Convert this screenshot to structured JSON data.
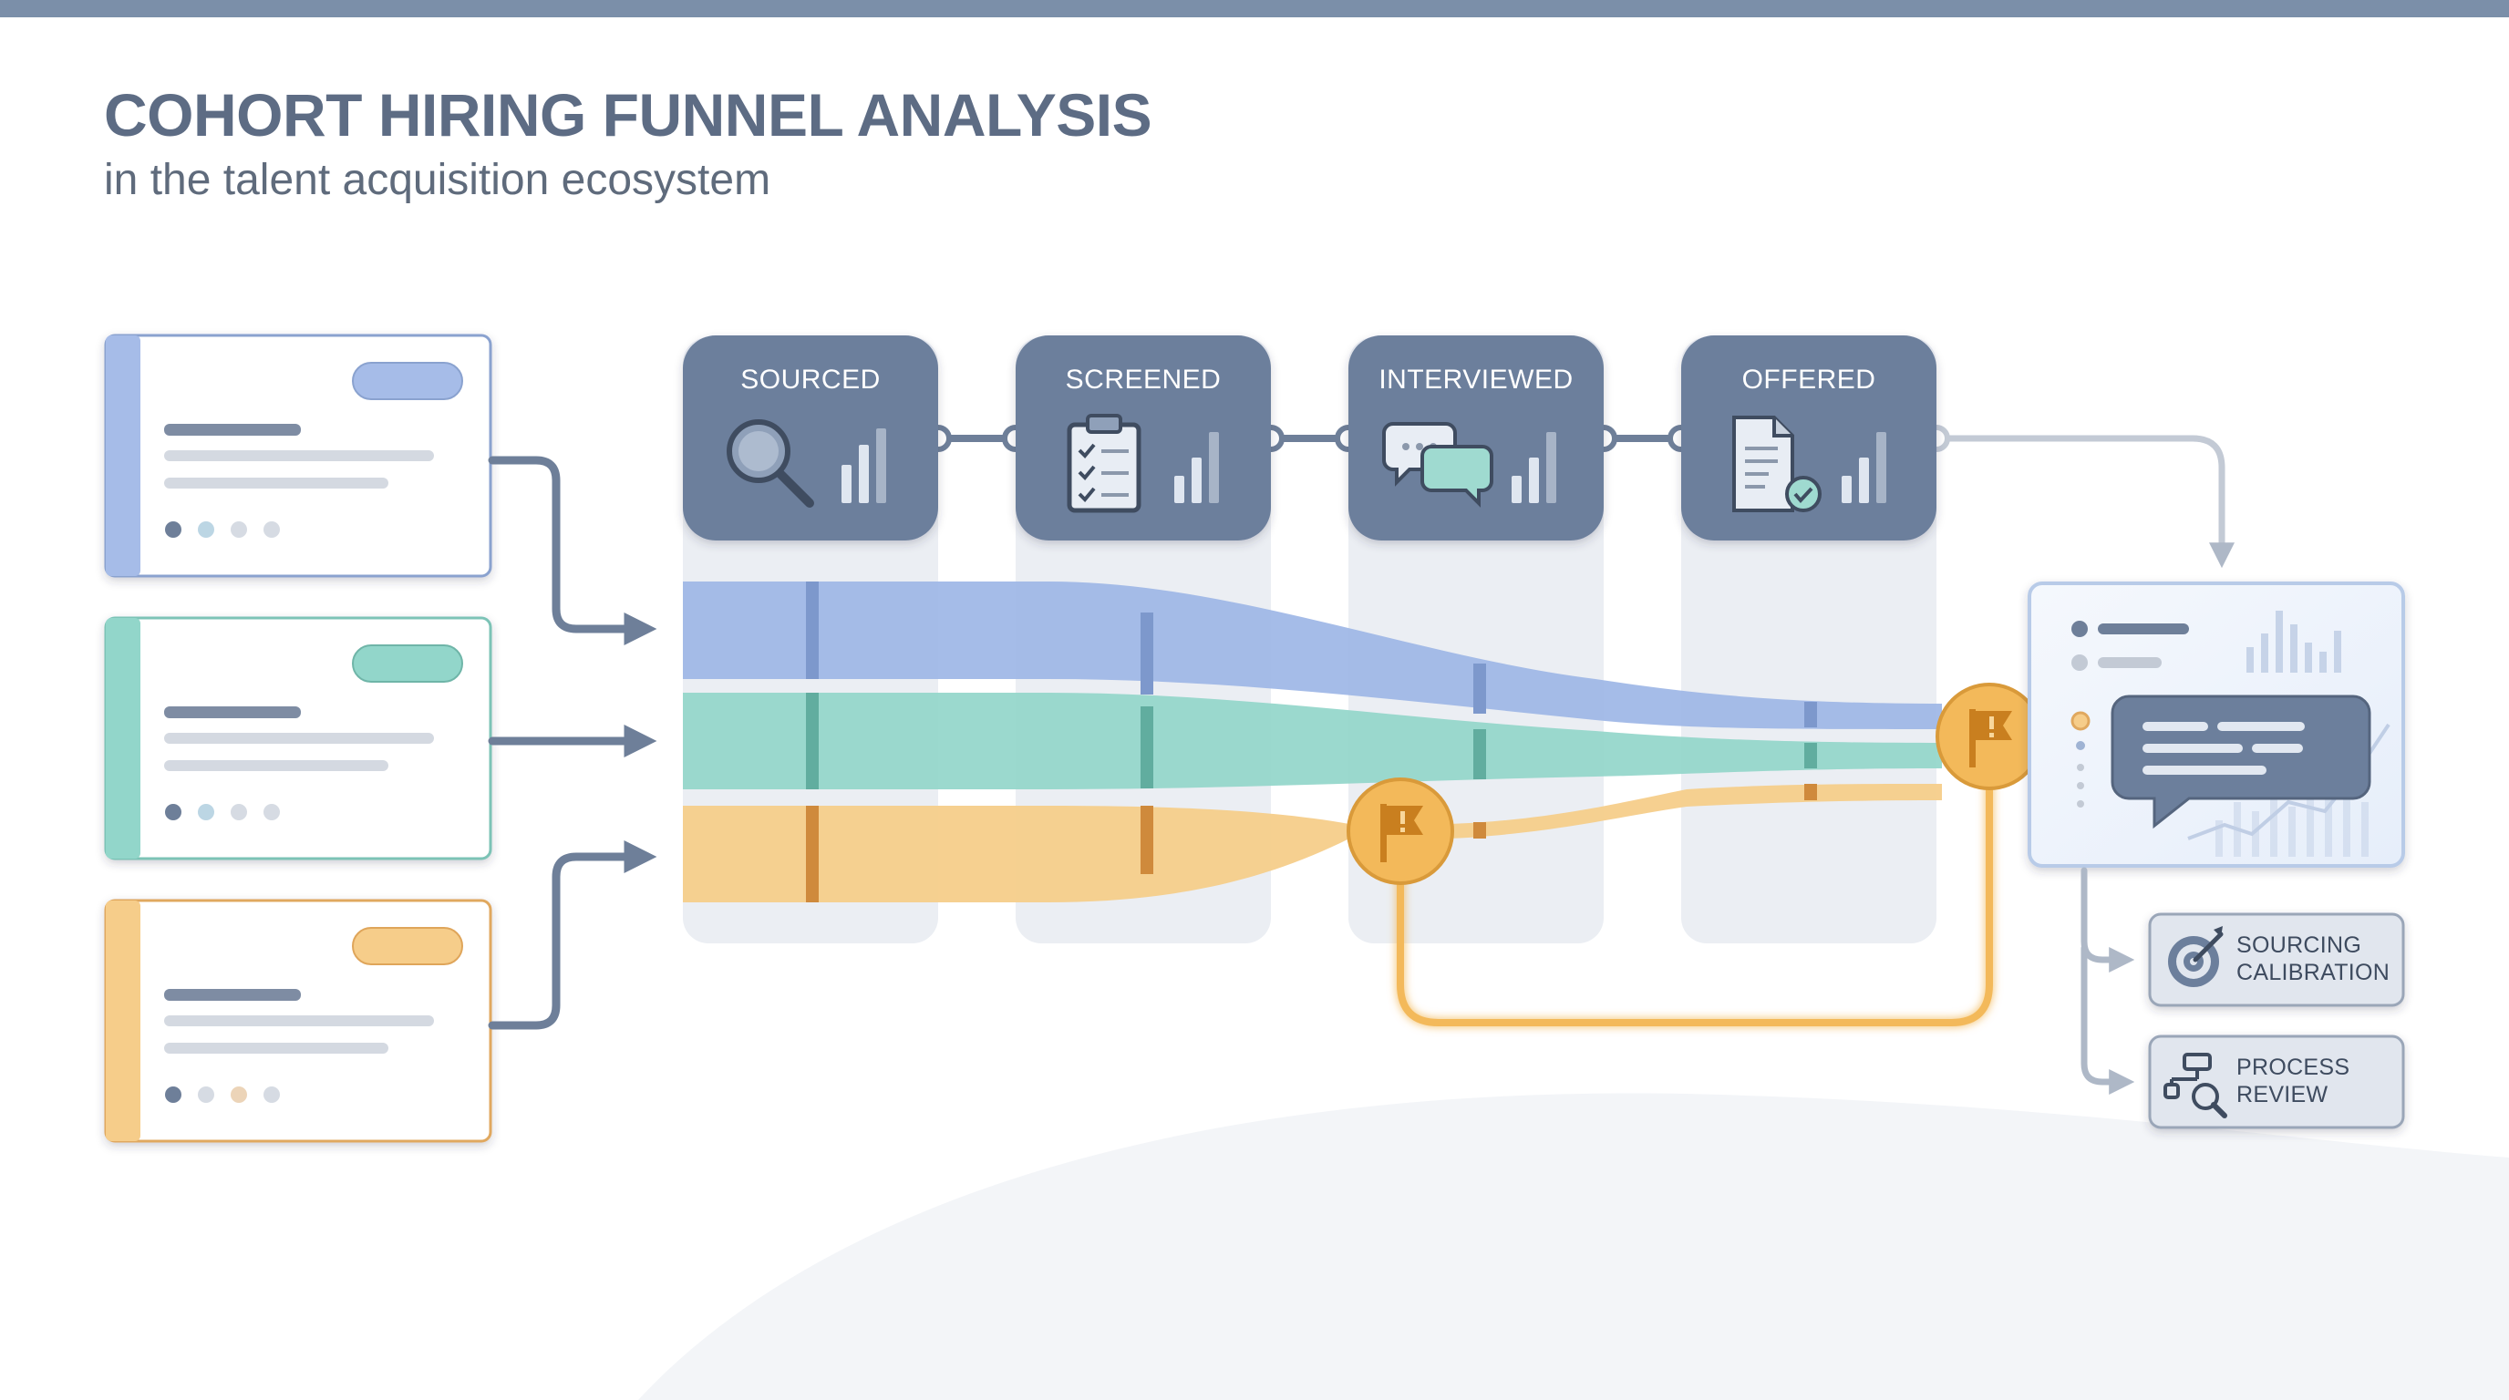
{
  "header": {
    "title": "COHORT HIRING FUNNEL ANALYSIS",
    "subtitle": "in the talent acquisition ecosystem"
  },
  "stages": [
    {
      "label": "SOURCED",
      "icon": "magnifier-icon"
    },
    {
      "label": "SCREENED",
      "icon": "clipboard-checklist-icon"
    },
    {
      "label": "INTERVIEWED",
      "icon": "chat-bubbles-icon"
    },
    {
      "label": "OFFERED",
      "icon": "document-check-icon"
    }
  ],
  "cohorts": [
    {
      "color": "#9db6e6",
      "accent": "#8fa9db",
      "border": "#7f98c8"
    },
    {
      "color": "#92d6ca",
      "accent": "#86cbbd",
      "border": "#6fb5a8"
    },
    {
      "color": "#f6cd8a",
      "accent": "#f4c37a",
      "border": "#dfa55a"
    }
  ],
  "alerts": [
    {
      "icon": "warning-flag-icon",
      "stage": "INTERVIEWED"
    },
    {
      "icon": "warning-flag-icon",
      "stage": "OFFERED"
    }
  ],
  "actions": [
    {
      "line1": "SOURCING",
      "line2": "CALIBRATION",
      "icon": "target-gear-icon"
    },
    {
      "line1": "PROCESS",
      "line2": "REVIEW",
      "icon": "flowchart-search-icon"
    }
  ],
  "colors": {
    "stage_tile": "#6c7f9c",
    "connector": "#6e7f99",
    "alert": "#f3b95a",
    "alert_dark": "#c97f1f"
  }
}
